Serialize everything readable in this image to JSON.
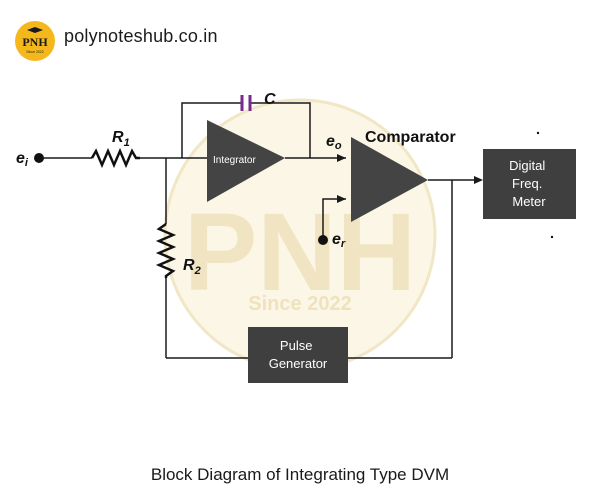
{
  "header": {
    "logo_text": "PNH",
    "logo_subtext": "Since 2022",
    "site_name": "polynoteshub.co.in"
  },
  "watermark": {
    "text": "PNH",
    "subtext": "Since 2022"
  },
  "diagram": {
    "input_label": "e",
    "input_sub": "i",
    "r1_label": "R",
    "r1_sub": "1",
    "r2_label": "R",
    "r2_sub": "2",
    "capacitor_label": "C",
    "integrator_label": "Integrator",
    "eo_label": "e",
    "eo_sub": "o",
    "comparator_label": "Comparator",
    "er_label": "e",
    "er_sub": "r",
    "meter_lines": [
      "Digital",
      "Freq.",
      "Meter"
    ],
    "pulse_lines": [
      "Pulse",
      "Generator"
    ],
    "colors": {
      "block_fill": "#3f3f3f",
      "triangle_fill": "#444444",
      "wire": "#1a1a1a",
      "capacitor": "#7a2a8a",
      "logo_bg": "#f5b81c",
      "watermark": "#f3ead2"
    }
  },
  "caption": "Block Diagram of Integrating Type DVM"
}
